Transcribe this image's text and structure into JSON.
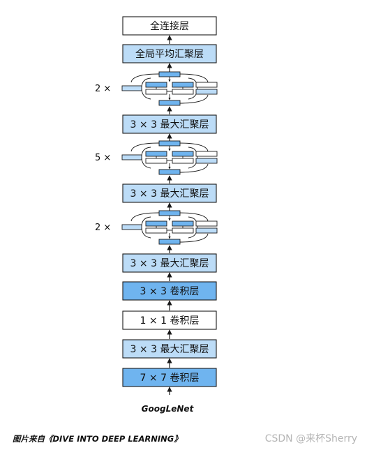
{
  "layers": [
    {
      "label": "全连接层",
      "fill": "#ffffff"
    },
    {
      "label": "全局平均汇聚层",
      "fill": "#bcdcf7"
    },
    {
      "label": "3 × 3 最大汇聚层",
      "fill": "#bcdcf7"
    },
    {
      "label": "3 × 3 最大汇聚层",
      "fill": "#bcdcf7"
    },
    {
      "label": "3 × 3 最大汇聚层",
      "fill": "#bcdcf7"
    },
    {
      "label": "3 × 3 卷积层",
      "fill": "#6fb4ef"
    },
    {
      "label": "1 × 1 卷积层",
      "fill": "#ffffff"
    },
    {
      "label": "3 × 3 最大汇聚层",
      "fill": "#bcdcf7"
    },
    {
      "label": "7 × 7 卷积层",
      "fill": "#6fb4ef"
    }
  ],
  "inception_groups": [
    {
      "repeat_label": "2 ×"
    },
    {
      "repeat_label": "5 ×"
    },
    {
      "repeat_label": "2 ×"
    }
  ],
  "caption": {
    "title": "GoogLeNet",
    "source": "图片来自《DIVE INTO DEEP LEARNING》"
  },
  "watermark": "CSDN @来杯Sherry",
  "colors": {
    "border": "#1a1a1a",
    "dark_blue": "#6fb4ef",
    "light_blue": "#bcdcf7",
    "white": "#ffffff"
  }
}
